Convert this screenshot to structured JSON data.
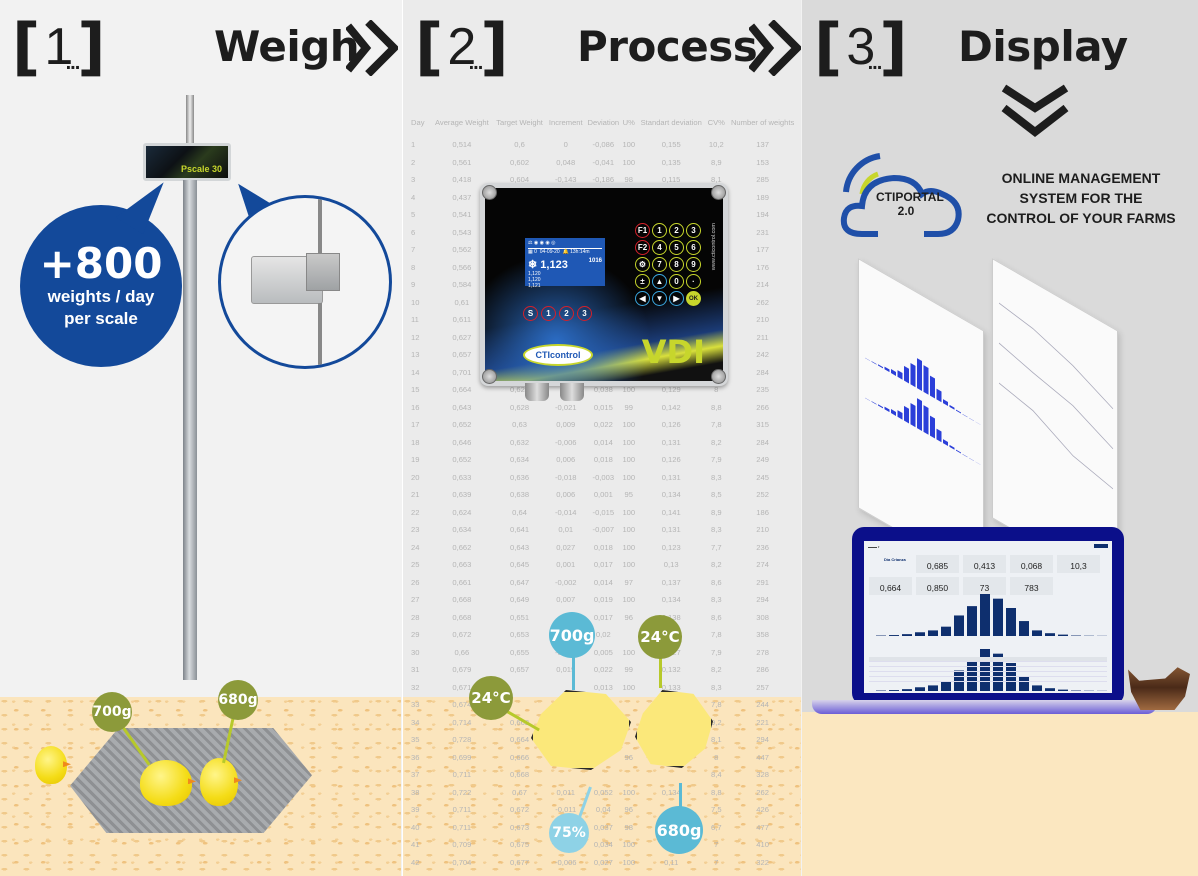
{
  "steps": [
    {
      "number": "1",
      "title": "Weigh"
    },
    {
      "number": "2",
      "title": "Process"
    },
    {
      "number": "3",
      "title": "Display"
    }
  ],
  "weigh": {
    "scale_label": "Pscale 30",
    "bubble_big": "+800",
    "bubble_line1": "weights / day",
    "bubble_line2": "per scale",
    "chick_tags": [
      "700g",
      "680g"
    ],
    "colors": {
      "bubble": "#13499a",
      "tag_olive": "#8c9a3a"
    }
  },
  "process": {
    "table": {
      "headers": [
        "Day",
        "Average Weight",
        "Target Weight",
        "Increment",
        "Deviation",
        "U%",
        "Standart deviation",
        "CV%",
        "Number of weights"
      ],
      "rows": [
        [
          "1",
          "0,514",
          "0,6",
          "0",
          "-0,086",
          "100",
          "0,155",
          "10,2",
          "137"
        ],
        [
          "2",
          "0,561",
          "0,602",
          "0,048",
          "-0,041",
          "100",
          "0,135",
          "8,9",
          "153"
        ],
        [
          "3",
          "0,418",
          "0,604",
          "-0,143",
          "-0,186",
          "98",
          "0,115",
          "8,1",
          "285"
        ],
        [
          "4",
          "0,437",
          "",
          "",
          "",
          "",
          "",
          "9,8",
          "189"
        ],
        [
          "5",
          "0,541",
          "",
          "",
          "",
          "",
          "",
          "9,2",
          "194"
        ],
        [
          "6",
          "0,543",
          "",
          "",
          "",
          "",
          "",
          "8",
          "231"
        ],
        [
          "7",
          "0,562",
          "",
          "",
          "",
          "",
          "",
          "7,8",
          "177"
        ],
        [
          "8",
          "0,566",
          "",
          "",
          "",
          "",
          "",
          "9,1",
          "176"
        ],
        [
          "9",
          "0,584",
          "",
          "",
          "",
          "",
          "",
          "7,8",
          "214"
        ],
        [
          "10",
          "0,61",
          "",
          "",
          "",
          "",
          "",
          "8,3",
          "262"
        ],
        [
          "11",
          "0,611",
          "",
          "",
          "",
          "",
          "",
          "9",
          "210"
        ],
        [
          "12",
          "0,627",
          "",
          "",
          "",
          "",
          "",
          "8,2",
          "211"
        ],
        [
          "13",
          "0,657",
          "",
          "",
          "",
          "",
          "",
          "9,4",
          "242"
        ],
        [
          "14",
          "0,701",
          "",
          "",
          "",
          "",
          "",
          "7,8",
          "284"
        ],
        [
          "15",
          "0,664",
          "0,626",
          "",
          "0,038",
          "100",
          "0,129",
          "8",
          "235"
        ],
        [
          "16",
          "0,643",
          "0,628",
          "-0,021",
          "0,015",
          "99",
          "0,142",
          "8,8",
          "266"
        ],
        [
          "17",
          "0,652",
          "0,63",
          "0,009",
          "0,022",
          "100",
          "0,126",
          "7,8",
          "315"
        ],
        [
          "18",
          "0,646",
          "0,632",
          "-0,006",
          "0,014",
          "100",
          "0,131",
          "8,2",
          "284"
        ],
        [
          "19",
          "0,652",
          "0,634",
          "0,006",
          "0,018",
          "100",
          "0,126",
          "7,9",
          "249"
        ],
        [
          "20",
          "0,633",
          "0,636",
          "-0,018",
          "-0,003",
          "100",
          "0,131",
          "8,3",
          "245"
        ],
        [
          "21",
          "0,639",
          "0,638",
          "0,006",
          "0,001",
          "95",
          "0,134",
          "8,5",
          "252"
        ],
        [
          "22",
          "0,624",
          "0,64",
          "-0,014",
          "-0,015",
          "100",
          "0,141",
          "8,9",
          "186"
        ],
        [
          "23",
          "0,634",
          "0,641",
          "0,01",
          "-0,007",
          "100",
          "0,131",
          "8,3",
          "210"
        ],
        [
          "24",
          "0,662",
          "0,643",
          "0,027",
          "0,018",
          "100",
          "0,123",
          "7,7",
          "236"
        ],
        [
          "25",
          "0,663",
          "0,645",
          "0,001",
          "0,017",
          "100",
          "0,13",
          "8,2",
          "274"
        ],
        [
          "26",
          "0,661",
          "0,647",
          "-0,002",
          "0,014",
          "97",
          "0,137",
          "8,6",
          "291"
        ],
        [
          "27",
          "0,668",
          "0,649",
          "0,007",
          "0,019",
          "100",
          "0,134",
          "8,3",
          "294"
        ],
        [
          "28",
          "0,668",
          "0,651",
          "",
          "0,017",
          "96",
          "0,138",
          "8,6",
          "308"
        ],
        [
          "29",
          "0,672",
          "0,653",
          "",
          "0,02",
          "",
          "0,125",
          "7,8",
          "358"
        ],
        [
          "30",
          "0,66",
          "0,655",
          "-0,012",
          "0,005",
          "100",
          "0,127",
          "7,9",
          "278"
        ],
        [
          "31",
          "0,679",
          "0,657",
          "0,019",
          "0,022",
          "99",
          "0,132",
          "8,2",
          "286"
        ],
        [
          "32",
          "0,671",
          "",
          "",
          "0,013",
          "100",
          "0,133",
          "8,3",
          "257"
        ],
        [
          "33",
          "0,674",
          "",
          "",
          "",
          "",
          "",
          "7,8",
          "244"
        ],
        [
          "34",
          "0,714",
          "0,662",
          "",
          "",
          "",
          "",
          "9,2",
          "221"
        ],
        [
          "35",
          "0,728",
          "0,664",
          "",
          "",
          "",
          "",
          "8,1",
          "294"
        ],
        [
          "36",
          "0,699",
          "0,666",
          "",
          "",
          "96",
          "",
          "8",
          "447"
        ],
        [
          "37",
          "0,711",
          "0,668",
          "",
          "",
          "",
          "",
          "8,4",
          "328"
        ],
        [
          "38",
          "0,722",
          "0,67",
          "0,011",
          "0,052",
          "100",
          "0,134",
          "8,8",
          "262"
        ],
        [
          "39",
          "0,711",
          "0,672",
          "-0,011",
          "0,04",
          "96",
          "",
          "7,5",
          "426"
        ],
        [
          "40",
          "0,711",
          "0,673",
          "",
          "0,037",
          "98",
          "",
          "6,7",
          "477"
        ],
        [
          "41",
          "0,709",
          "0,675",
          "",
          "0,034",
          "100",
          "",
          "7",
          "410"
        ],
        [
          "42",
          "0,704",
          "0,677",
          "-0,006",
          "0,027",
          "100",
          "0,11",
          "7",
          "322"
        ]
      ]
    },
    "device": {
      "model": "VDI",
      "brand": "CTIcontrol",
      "url": "www.cticontrol.com",
      "lcd_date": "04-09-20",
      "lcd_time": "13h:14m",
      "lcd_main_weight": "1,123",
      "lcd_main_count": "1016",
      "lcd_sub_weights": [
        "1,120",
        "1,120",
        "1,121"
      ],
      "keypad": [
        "F1",
        "1",
        "2",
        "3",
        "F2",
        "4",
        "5",
        "6",
        "⚙",
        "7",
        "8",
        "9",
        "±",
        "▲",
        "0",
        "·",
        "◀",
        "▼",
        "▶",
        "OK"
      ],
      "scale_keys": [
        "S",
        "1",
        "2",
        "3"
      ]
    },
    "tags": {
      "weight_top": "700g",
      "temp_left": "24°C",
      "temp_right": "24°C",
      "uniformity": "75%",
      "weight_bottom": "680g"
    }
  },
  "display": {
    "portal_name": "CTIPORTAL",
    "portal_version": "2.0",
    "tagline": [
      "ONLINE MANAGEMENT",
      "SYSTEM FOR THE",
      "CONTROL OF YOUR FARMS"
    ],
    "laptop_kpis": [
      "0,685",
      "0,413",
      "0,068",
      "10,3",
      "0,664",
      "0,850",
      "73",
      "783"
    ],
    "dashboard_label": "Día Crianza",
    "colors": {
      "laptop": "#0b0f8a",
      "bars": "#0e2f6e",
      "portal_blue": "#1f4fa8",
      "portal_green": "#c7d62c"
    }
  }
}
